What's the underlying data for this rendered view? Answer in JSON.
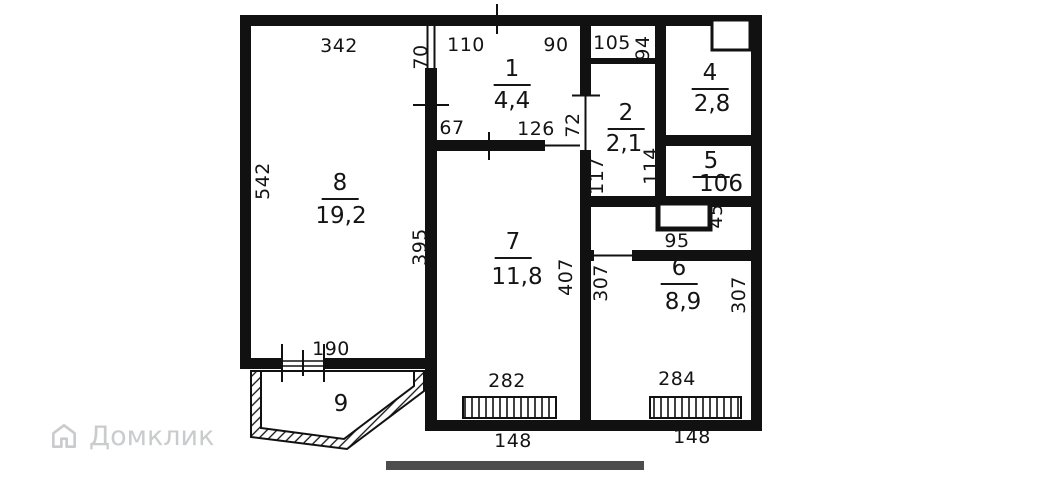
{
  "plan": {
    "rooms": {
      "r1": {
        "number": "1",
        "area": "4,4"
      },
      "r2": {
        "number": "2",
        "area": "2,1"
      },
      "r4": {
        "number": "4",
        "area": "2,8"
      },
      "r5": {
        "number": "5",
        "area": "106"
      },
      "r6": {
        "number": "6",
        "area": "8,9"
      },
      "r7": {
        "number": "7",
        "area": "11,8"
      },
      "r8": {
        "number": "8",
        "area": "19,2"
      },
      "r9": {
        "number": "9"
      }
    },
    "dims": {
      "d342": "342",
      "d110": "110",
      "d90": "90",
      "d105": "105",
      "d94": "94",
      "d70": "70",
      "d67": "67",
      "d126": "126",
      "d72": "72",
      "d117": "117",
      "d114": "114",
      "d542": "542",
      "d395": "395",
      "d407": "407",
      "d307a": "307",
      "d307b": "307",
      "d45": "45",
      "d95": "95",
      "d190": "190",
      "d282": "282",
      "d284": "284",
      "d148a": "148",
      "d148b": "148"
    },
    "line_color": "#111111"
  },
  "watermark": {
    "text": "Домклик",
    "color": "#c9cbcd"
  },
  "scalebar": {
    "color": "#4d4d4d"
  }
}
